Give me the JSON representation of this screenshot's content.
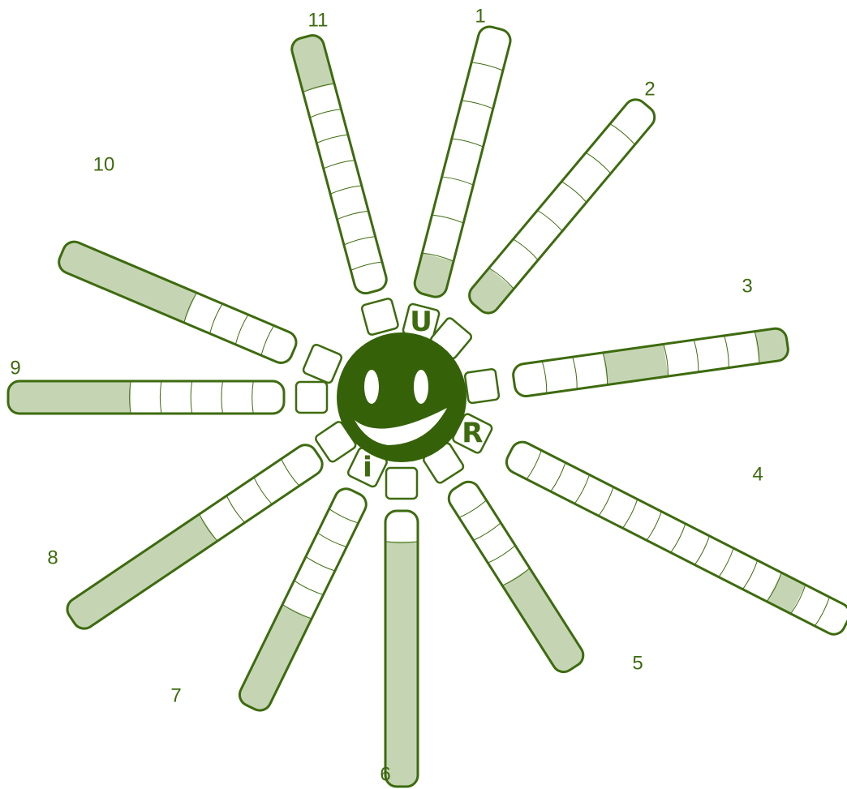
{
  "puzzle": {
    "center_icon": "smiley-face-icon",
    "colors": {
      "stroke": "#3d6b0e",
      "fill_shaded": "#c5d5b4",
      "fill_white": "#ffffff",
      "center_fill": "#356208",
      "center_feature": "#ffffff"
    },
    "rays": [
      {
        "number": "1",
        "cells": 7,
        "shaded_cells": [
          0
        ],
        "hub_letter": "U"
      },
      {
        "number": "2",
        "cells": 7,
        "shaded_cells": [
          0
        ],
        "hub_letter": ""
      },
      {
        "number": "3",
        "cells": 9,
        "shaded_cells": [
          3,
          4,
          8
        ],
        "hub_letter": ""
      },
      {
        "number": "4",
        "cells": 14,
        "shaded_cells": [
          11
        ],
        "hub_letter": "R"
      },
      {
        "number": "5",
        "cells": 8,
        "shaded_cells": [
          4,
          5,
          6,
          7
        ],
        "hub_letter": ""
      },
      {
        "number": "6",
        "cells": 9,
        "shaded_cells": [
          1,
          2,
          3,
          4,
          5,
          6,
          7,
          8
        ],
        "hub_letter": ""
      },
      {
        "number": "7",
        "cells": 9,
        "shaded_cells": [
          5,
          6,
          7,
          8
        ],
        "hub_letter": "i"
      },
      {
        "number": "8",
        "cells": 9,
        "shaded_cells": [
          4,
          5,
          6,
          7,
          8
        ],
        "hub_letter": ""
      },
      {
        "number": "9",
        "cells": 9,
        "shaded_cells": [
          5,
          6,
          7,
          8
        ],
        "hub_letter": ""
      },
      {
        "number": "10",
        "cells": 9,
        "shaded_cells": [
          4,
          5,
          6,
          7,
          8
        ],
        "hub_letter": ""
      },
      {
        "number": "11",
        "cells": 10,
        "shaded_cells": [
          8,
          9
        ],
        "hub_letter": ""
      }
    ]
  }
}
